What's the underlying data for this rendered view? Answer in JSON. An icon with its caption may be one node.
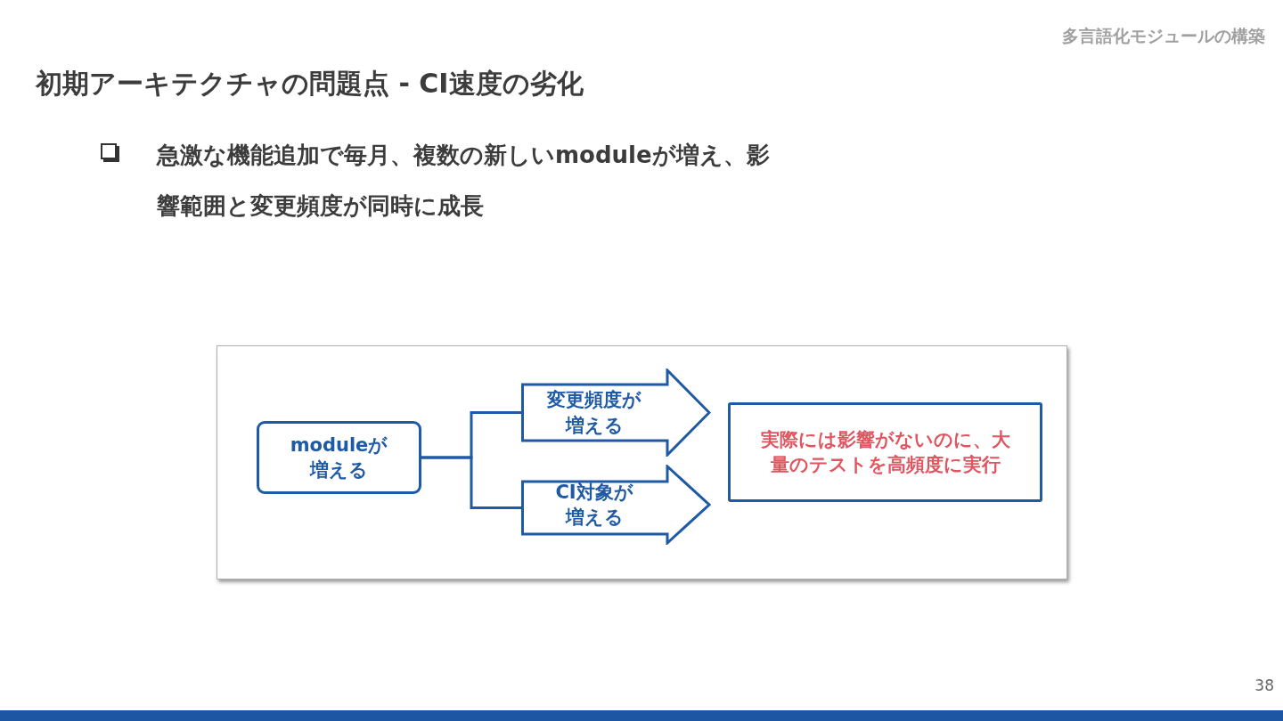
{
  "diagram": {
    "title": "初期アーキテクチャの問題点 - CI速度の劣化",
    "nodes": [
      {
        "text": [],
        "shape": "box"
      },
      {
        "text": [
          "moduleが増える"
        ],
        "in": 0
      },
      {
        "text": [
          "変更頻度が増える"
        ],
        "in": 0
      },
      {
        "text": [
          "CI対象が増える"
        ],
        "in": 0
      },
      {
        "text": [
          "実際には影響がないのに、大量のテストを高頻度に実行"
        ],
        "in": 0
      }
    ],
    "edges": [
      {
        "from": 1,
        "to": 2,
        "arrow": "none"
      },
      {
        "from": 1,
        "to": 3,
        "arrow": "none"
      }
    ],
    "labels": [
      "多言語化モジュールの構築",
      "急激な機能追加で毎月、複数の新しいmoduleが増え、影響範囲と変更頻度が同時に成長",
      "38"
    ]
  }
}
